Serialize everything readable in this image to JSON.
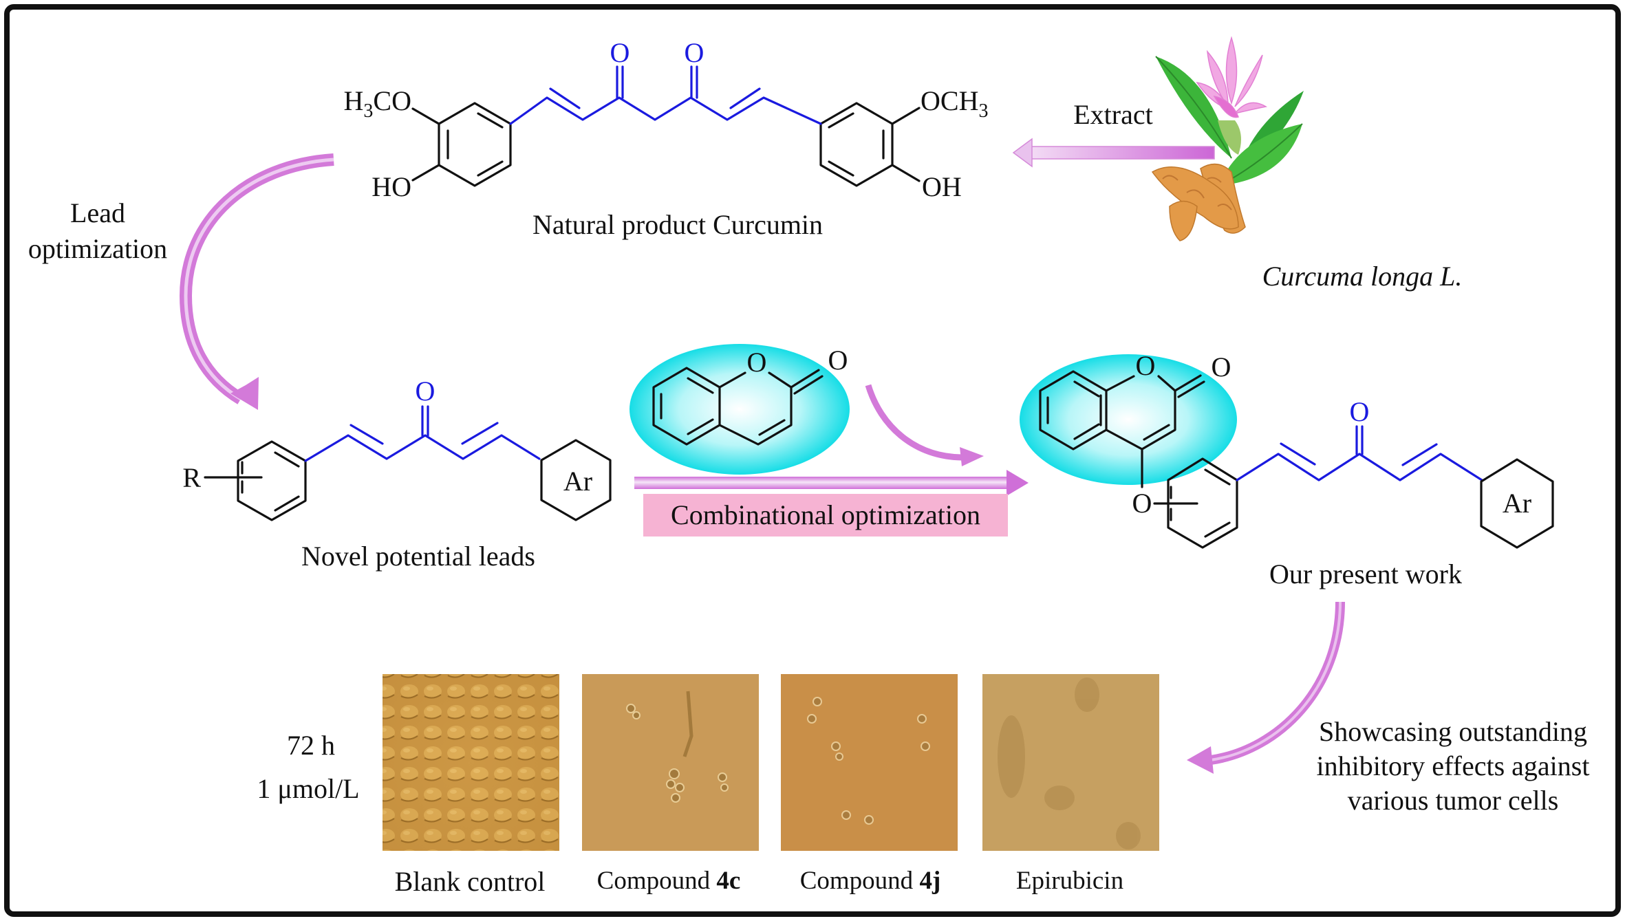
{
  "figure": {
    "type": "graphical-abstract",
    "accent_colors": {
      "arrow": "#d580dd",
      "highlight_ellipse": "#19e3ea",
      "label_box": "#f6b3d3",
      "chain_bonds": "#1a1adf",
      "frame": "#111111"
    }
  },
  "curcumin": {
    "caption": "Natural product Curcumin",
    "substituents": {
      "left_top": "H3CO",
      "left_top_main": "H",
      "left_top_sub": "3",
      "left_top_tail": "CO",
      "left_bottom": "HO",
      "right_top_main": "OCH",
      "right_top_sub": "3",
      "right_bottom": "OH",
      "carbonyl_1": "O",
      "carbonyl_2": "O"
    }
  },
  "source": {
    "arrow_label": "Extract",
    "plant_name": "Curcuma longa L.",
    "plant_image_alt": "turmeric plant with rhizome, leaves and pink flower"
  },
  "lead_step": {
    "label_line1": "Lead",
    "label_line2": "optimization"
  },
  "leads": {
    "caption": "Novel potential leads",
    "r_group": "R",
    "carbonyl": "O",
    "aryl": "Ar"
  },
  "coumarin": {
    "ring_oxygen": "O",
    "carbonyl": "O"
  },
  "combination_step": {
    "label": "Combinational optimization"
  },
  "present_work": {
    "caption": "Our present work",
    "ring_oxygen": "O",
    "carbonyl": "O",
    "linker_oxygen": "O",
    "chain_carbonyl": "O",
    "aryl": "Ar"
  },
  "assay": {
    "conditions_time": "72 h",
    "conditions_conc": "1 μmol/L",
    "panels": [
      {
        "label": "Blank control",
        "label_bold": ""
      },
      {
        "label": "Compound ",
        "label_bold": "4c"
      },
      {
        "label": "Compound ",
        "label_bold": "4j"
      },
      {
        "label": "Epirubicin",
        "label_bold": ""
      }
    ],
    "outcome_line1": "Showcasing outstanding",
    "outcome_line2": "inhibitory effects against",
    "outcome_line3": "various tumor cells"
  }
}
